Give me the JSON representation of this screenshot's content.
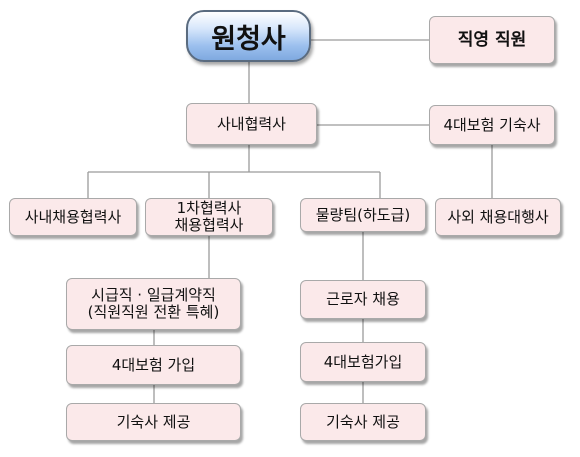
{
  "diagram": {
    "root": "원청사",
    "direct_staff": "직영 직원",
    "inhouse_partner": "사내협력사",
    "insurance_dormitory": "4대보험 기숙사",
    "inhouse_hiring_partner": "사내채용협력사",
    "primary_hiring_partner": "1차협력사\n채용협력사",
    "logistics_team": "물량팀(하도급)",
    "external_hiring_agency": "사외 채용대행사",
    "hourly_daily_contract": "시급직 · 일급계약직\n(직원직원 전환 특혜)",
    "insurance_join_left": "4대보험 가입",
    "dormitory_left": "기숙사 제공",
    "worker_hiring": "근로자 채용",
    "insurance_join_right": "4대보험가입",
    "dormitory_right": "기숙사 제공"
  }
}
